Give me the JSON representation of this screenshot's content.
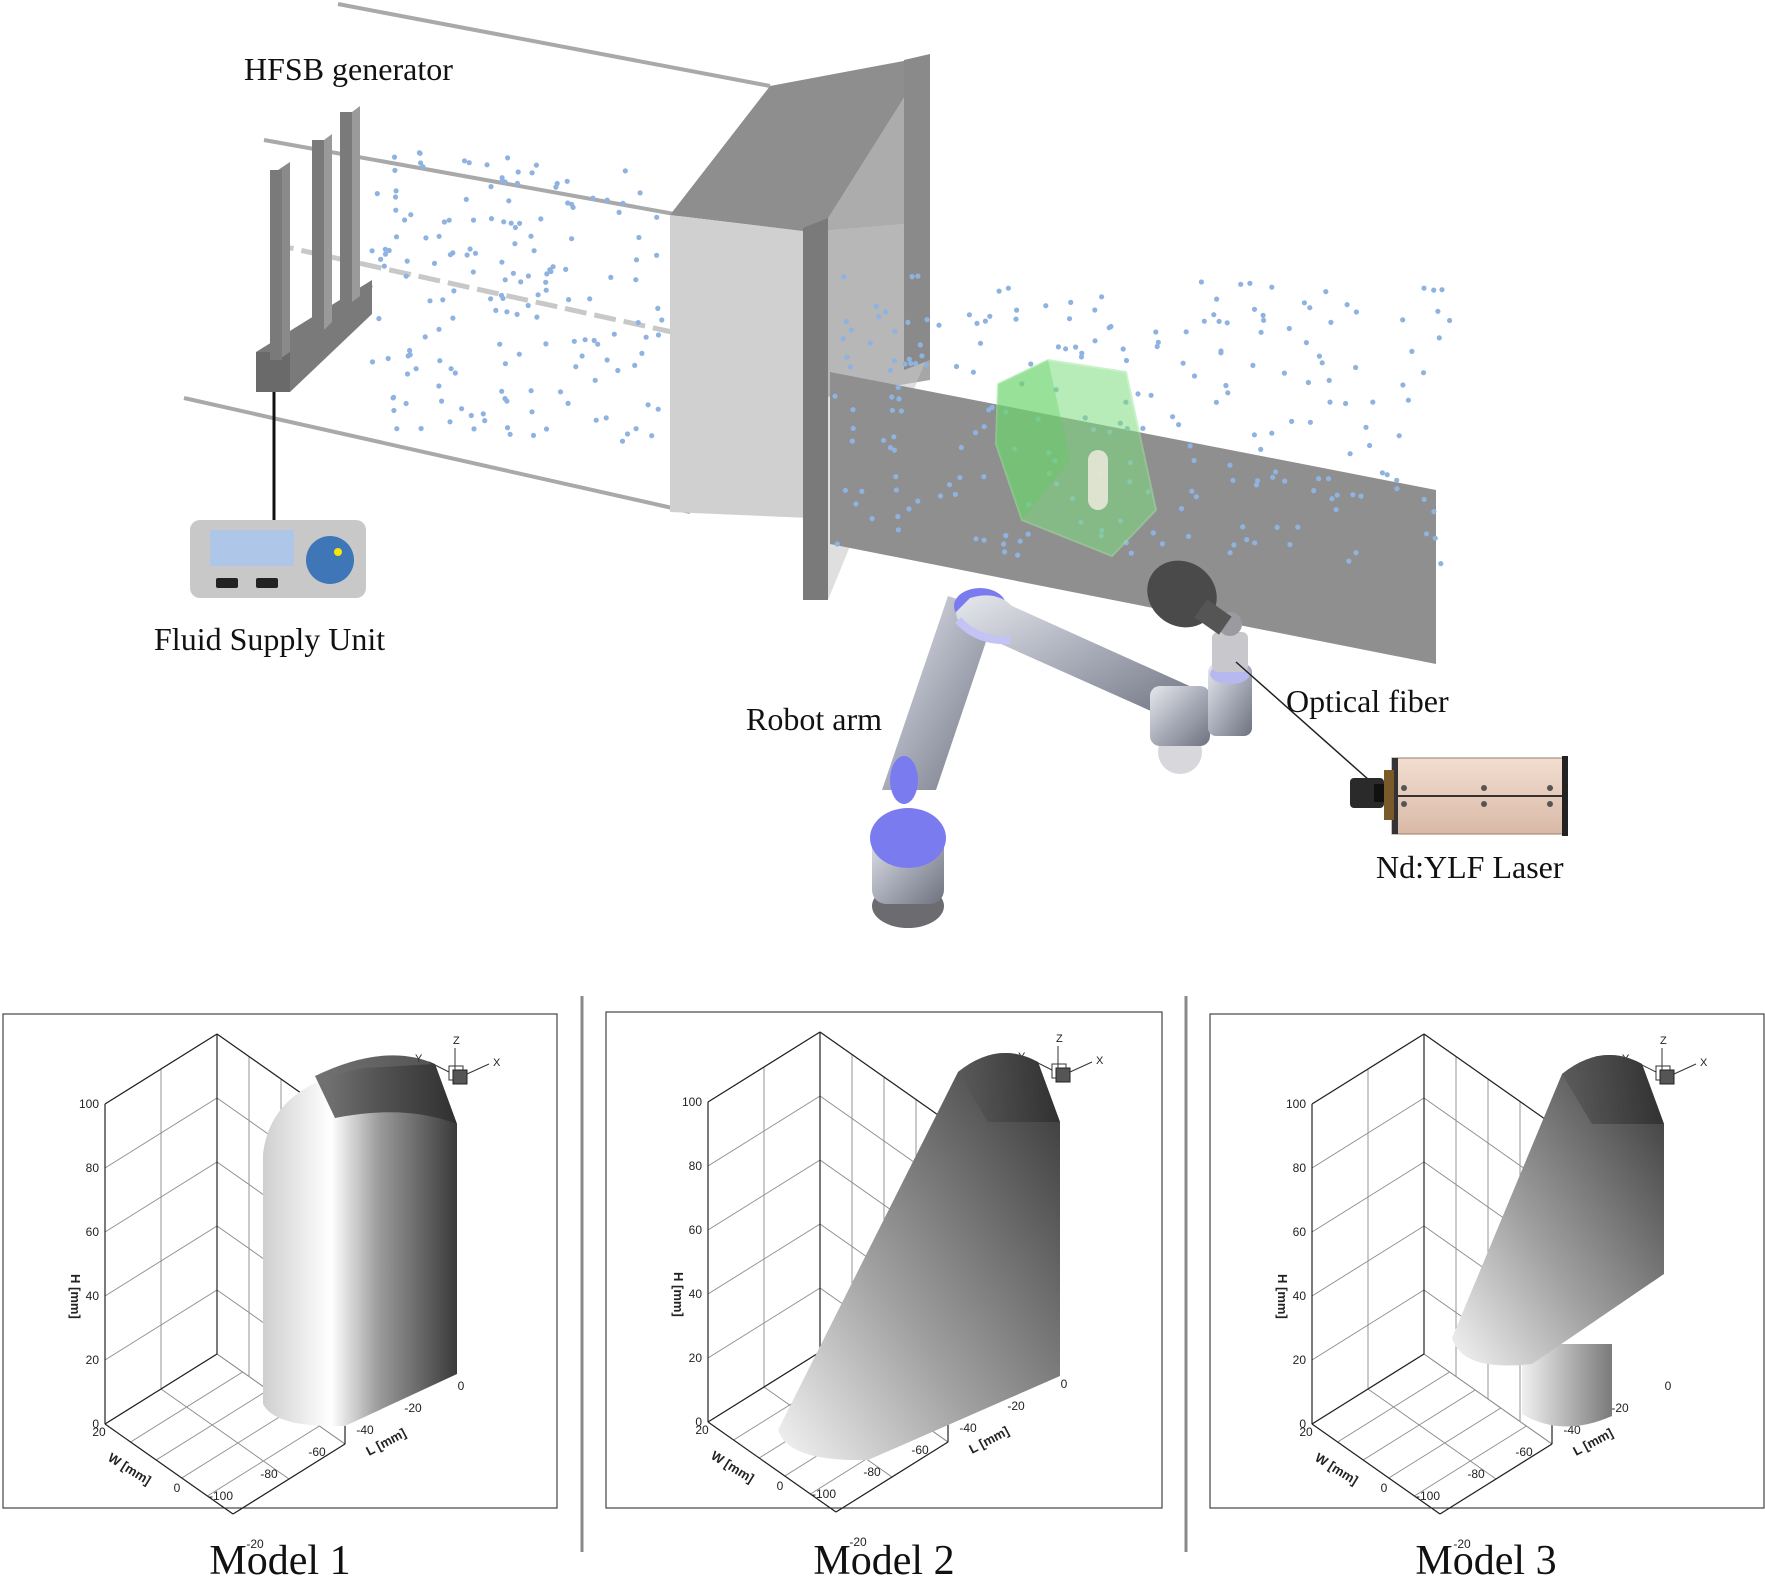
{
  "setup_labels": {
    "hfsb_generator": "HFSB generator",
    "fluid_supply_unit": "Fluid Supply Unit",
    "robot_arm": "Robot arm",
    "optical_fiber": "Optical fiber",
    "laser": "Nd:YLF Laser"
  },
  "models": [
    {
      "caption": "Model 1",
      "h_label": "H [mm]",
      "w_label": "W [mm]",
      "l_label": "L [mm]",
      "h_ticks": [
        "0",
        "20",
        "40",
        "60",
        "80",
        "100"
      ],
      "w_ticks": [
        "20",
        "0",
        "-20"
      ],
      "l_ticks": [
        "0",
        "-20",
        "-40",
        "-60",
        "-80",
        "-100"
      ],
      "triad": {
        "z": "Z",
        "y": "Y",
        "x": "X"
      }
    },
    {
      "caption": "Model 2",
      "h_label": "H [mm]",
      "w_label": "W [mm]",
      "l_label": "L [mm]",
      "h_ticks": [
        "0",
        "20",
        "40",
        "60",
        "80",
        "100"
      ],
      "w_ticks": [
        "20",
        "0",
        "-20"
      ],
      "l_ticks": [
        "0",
        "-20",
        "-40",
        "-60",
        "-80",
        "-100"
      ],
      "triad": {
        "z": "Z",
        "y": "Y",
        "x": "X"
      }
    },
    {
      "caption": "Model 3",
      "h_label": "H [mm]",
      "w_label": "W [mm]",
      "l_label": "L [mm]",
      "h_ticks": [
        "0",
        "20",
        "40",
        "60",
        "80",
        "100"
      ],
      "w_ticks": [
        "20",
        "0",
        "-20"
      ],
      "l_ticks": [
        "0",
        "-20",
        "-40",
        "-60",
        "-80",
        "-100"
      ],
      "triad": {
        "z": "Z",
        "y": "Y",
        "x": "X"
      }
    }
  ],
  "colors": {
    "seeding": "#8fb3e0",
    "measurement_volume": "#7ddc7d",
    "robot_joint": "#7b7bf0",
    "laser_body": "#e8cfc0"
  }
}
